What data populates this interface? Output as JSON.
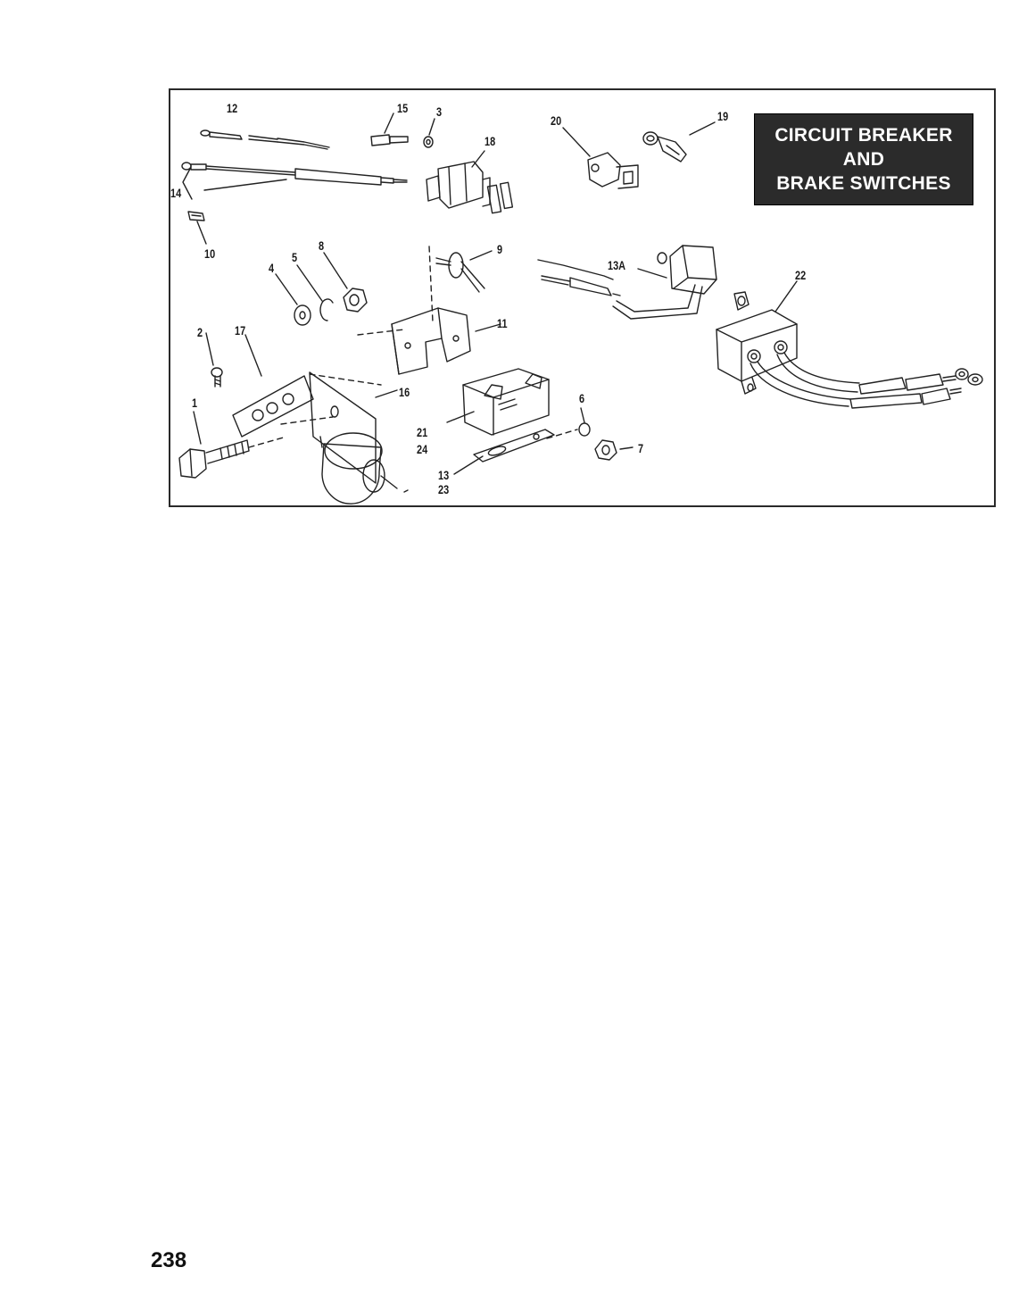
{
  "diagram": {
    "title_lines": [
      "CIRCUIT BREAKER",
      "AND",
      "BRAKE SWITCHES"
    ],
    "callouts": {
      "c1": "1",
      "c2": "2",
      "c3": "3",
      "c4": "4",
      "c5": "5",
      "c6": "6",
      "c7": "7",
      "c8": "8",
      "c9": "9",
      "c10": "10",
      "c11": "11",
      "c12": "12",
      "c13": "13",
      "c13a": "13A",
      "c14": "14",
      "c15": "15",
      "c16": "16",
      "c17": "17",
      "c18": "18",
      "c19": "19",
      "c20": "20",
      "c21": "21",
      "c22": "22",
      "c23": "23",
      "c24": "24"
    }
  },
  "page_number": "238"
}
